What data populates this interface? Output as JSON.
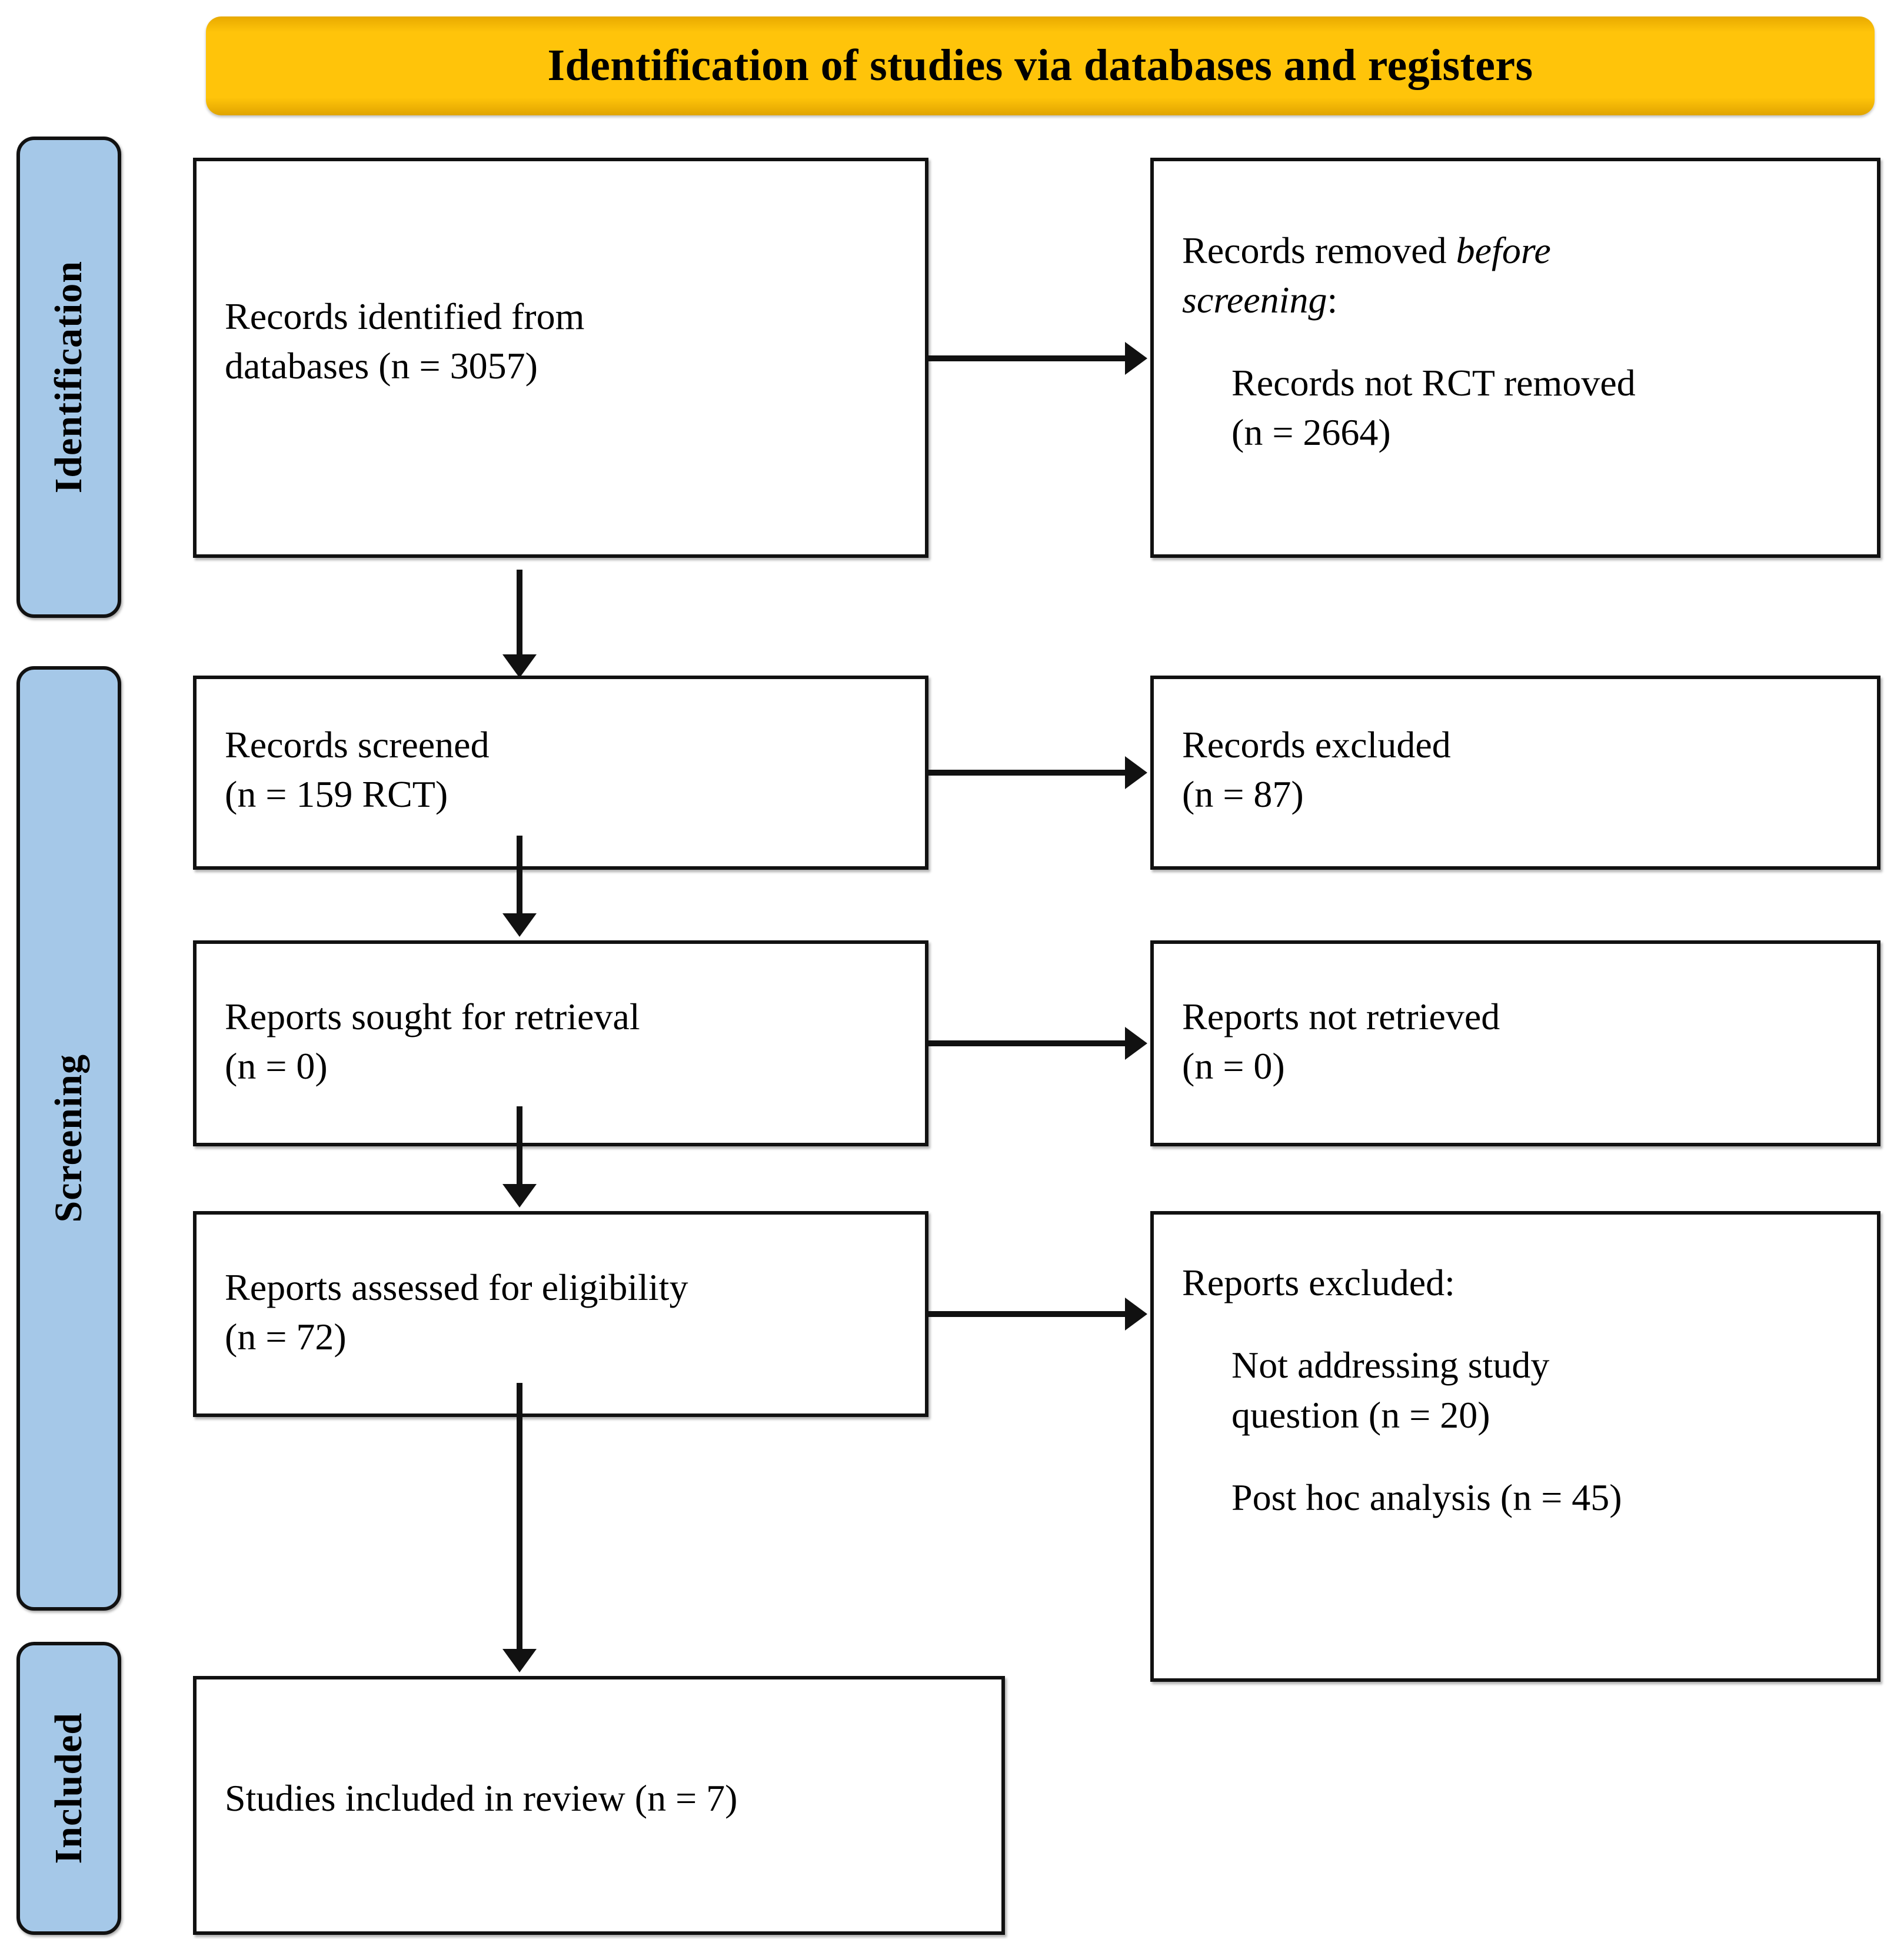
{
  "banner": {
    "title": "Identification of studies via databases and registers"
  },
  "colors": {
    "banner_fill": "#FFC40A",
    "stage_tab_fill": "#A5C8E8",
    "box_border": "#111111",
    "text": "#000000"
  },
  "stages": [
    {
      "id": "identification",
      "label": "Identification"
    },
    {
      "id": "screening",
      "label": "Screening"
    },
    {
      "id": "included",
      "label": "Included"
    }
  ],
  "boxes": {
    "identified": {
      "line1": "Records identified from",
      "line2": "databases (n = 3057)"
    },
    "removed": {
      "line1_a": "Records removed ",
      "line1_b": "before",
      "line2_b": "screening",
      "line2_c": ":",
      "sub1": "Records not RCT removed",
      "sub2": "(n = 2664)"
    },
    "screened": {
      "line1": "Records screened",
      "line2": "(n = 159 RCT)"
    },
    "excluded": {
      "line1": "Records excluded",
      "line2": "(n = 87)"
    },
    "sought": {
      "line1": "Reports sought for retrieval",
      "line2": "(n = 0)"
    },
    "not_retrieved": {
      "line1": "Reports not retrieved",
      "line2": "(n = 0)"
    },
    "assessed": {
      "line1": "Reports assessed for eligibility",
      "line2": "(n = 72)"
    },
    "reports_excluded": {
      "heading": "Reports excluded:",
      "sub1_line1": "Not addressing study",
      "sub1_line2": "question (n = 20)",
      "sub2": "Post hoc analysis (n = 45)"
    },
    "included": {
      "line1": "Studies included in review (n = 7)"
    }
  },
  "flow_data": {
    "type": "prisma-flow",
    "identified_from_databases": 3057,
    "records_not_rct_removed": 2664,
    "records_screened": 159,
    "records_excluded": 87,
    "reports_sought_for_retrieval": 0,
    "reports_not_retrieved": 0,
    "reports_assessed_for_eligibility": 72,
    "reports_excluded_not_addressing_study_question": 20,
    "reports_excluded_post_hoc_analysis": 45,
    "studies_included_in_review": 7
  }
}
